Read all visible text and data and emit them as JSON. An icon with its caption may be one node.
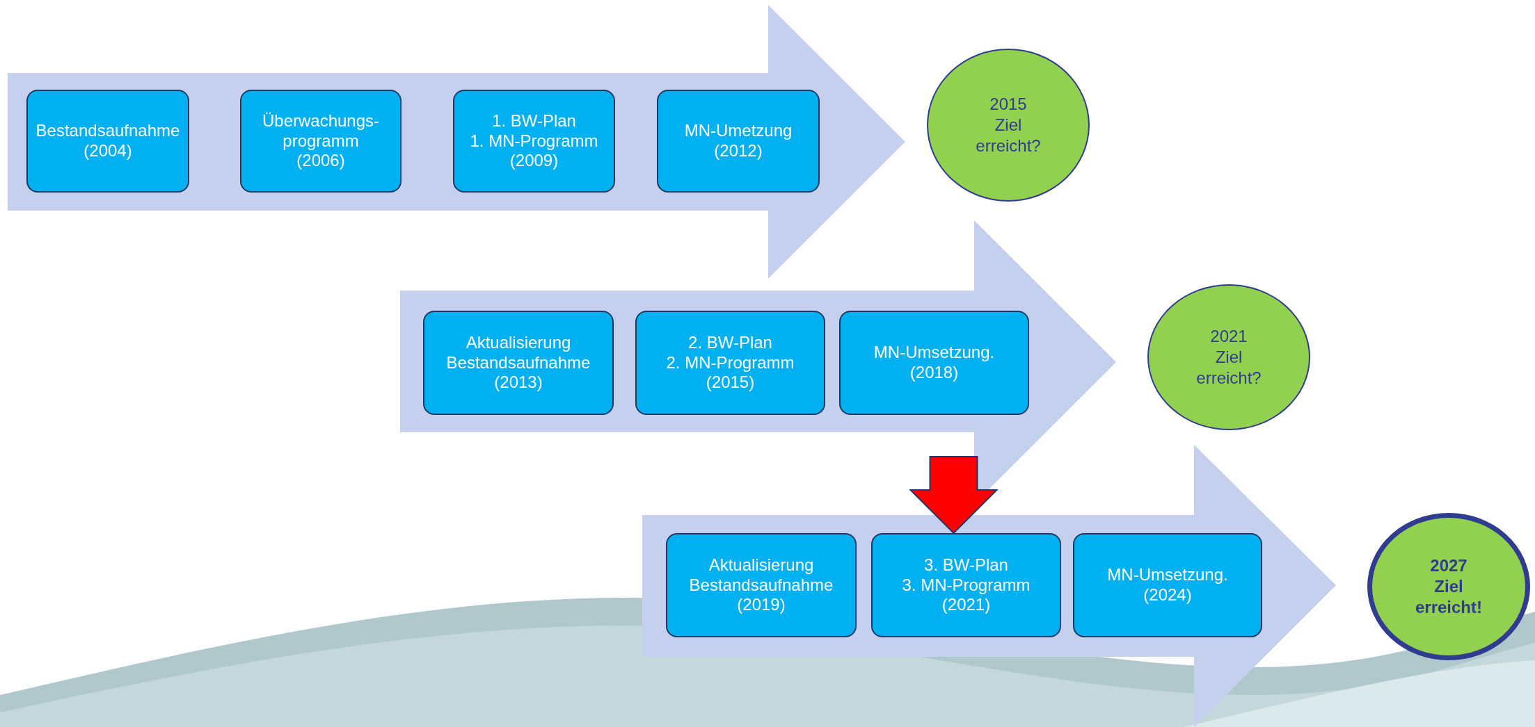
{
  "diagram": {
    "nodes": [
      {
        "text": [],
        "shape": "arrow"
      },
      {
        "text": [
          "Bestandsaufnahme",
          "(2004)"
        ],
        "in": 0
      },
      {
        "text": [
          "Überwachungs-",
          "programm",
          "(2006)"
        ],
        "in": 0
      },
      {
        "text": [
          "1. BW-Plan",
          "1. MN-Programm",
          "(2009)"
        ],
        "in": 0
      },
      {
        "text": [
          "MN-Umetzung",
          "(2012)"
        ],
        "in": 0
      },
      {
        "text": [
          "2015",
          "Ziel",
          "erreicht?"
        ]
      },
      {
        "text": [],
        "shape": "arrow"
      },
      {
        "text": [
          "Aktualisierung",
          "Bestandsaufnahme",
          "(2013)"
        ],
        "in": 6
      },
      {
        "text": [
          "2. BW-Plan",
          "2. MN-Programm",
          "(2015)"
        ],
        "in": 6
      },
      {
        "text": [
          "MN-Umsetzung.",
          "(2018)"
        ],
        "in": 6
      },
      {
        "text": [
          "2021",
          "Ziel",
          "erreicht?"
        ]
      },
      {
        "text": [],
        "shape": "arrow"
      },
      {
        "text": [
          "Aktualisierung",
          "Bestandsaufnahme",
          "(2019)"
        ],
        "in": 11
      },
      {
        "text": [
          "3. BW-Plan",
          "3. MN-Programm",
          "(2021)"
        ],
        "in": 11
      },
      {
        "text": [
          "MN-Umsetzung.",
          "(2024)"
        ],
        "in": 11
      },
      {
        "text": [
          "2027",
          "Ziel",
          "erreicht!"
        ]
      }
    ],
    "edges": [
      {
        "from": 6,
        "to": 13,
        "arrow": "to",
        "style": "thick",
        "color": "#ff0000"
      }
    ]
  }
}
